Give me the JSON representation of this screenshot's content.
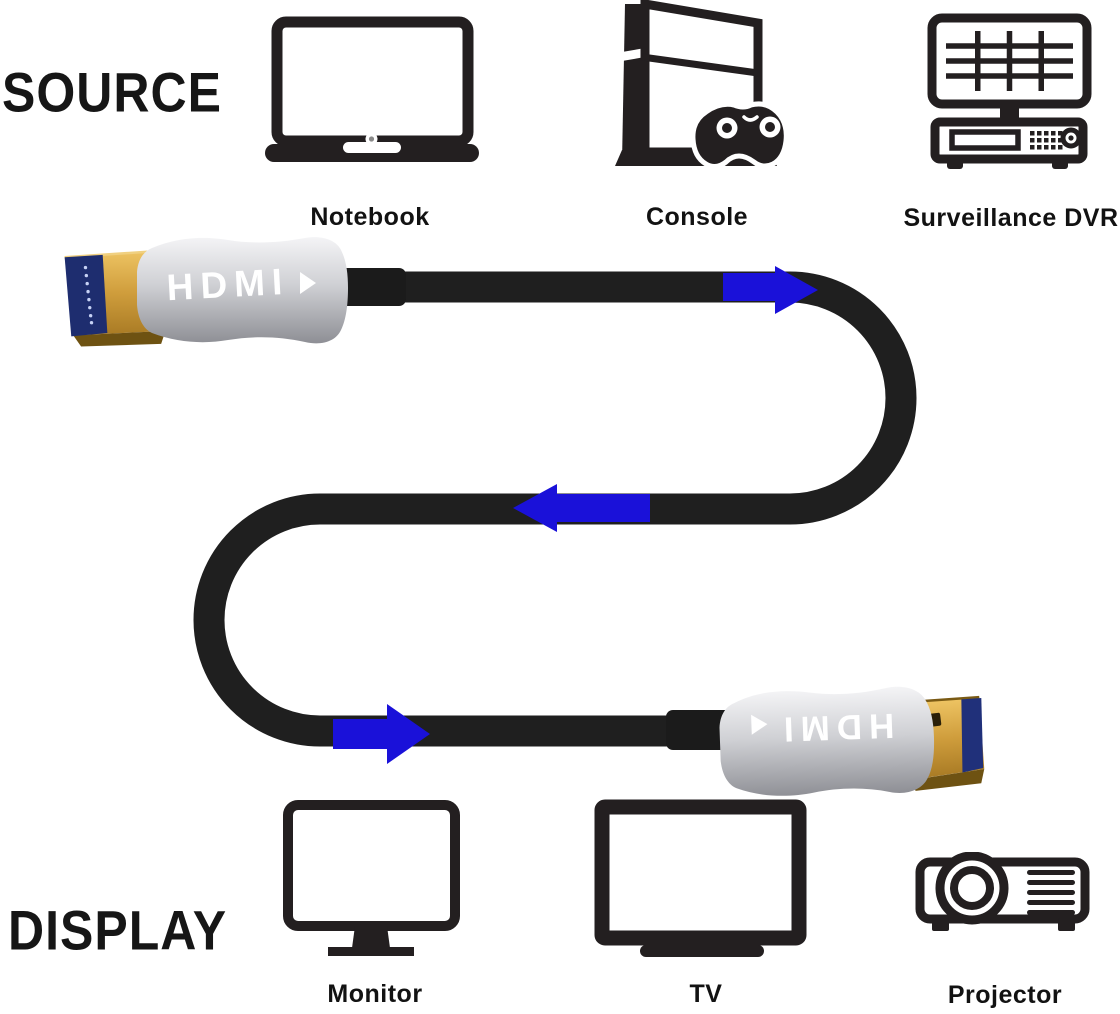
{
  "diagram": {
    "source_section": {
      "label": "SOURCE"
    },
    "display_section": {
      "label": "DISPLAY"
    },
    "source_devices": [
      {
        "label": "Notebook",
        "icon": "notebook-icon"
      },
      {
        "label": "Console",
        "icon": "console-icon"
      },
      {
        "label": "Surveillance DVR",
        "icon": "surveillance-dvr-icon"
      }
    ],
    "display_devices": [
      {
        "label": "Monitor",
        "icon": "monitor-icon"
      },
      {
        "label": "TV",
        "icon": "tv-icon"
      },
      {
        "label": "Projector",
        "icon": "projector-icon"
      }
    ],
    "cable": {
      "left_connector_label": "HDMI",
      "right_connector_label": "HDMI",
      "arrow_directions": [
        "right",
        "left",
        "right"
      ],
      "colors": {
        "arrow_blue": "#1A11D9",
        "cable_black": "#1F1F1F",
        "shell_silver": "#C9CACD",
        "plug_gold": "#CF9D3C",
        "plug_face_blue": "#20307A"
      }
    }
  }
}
